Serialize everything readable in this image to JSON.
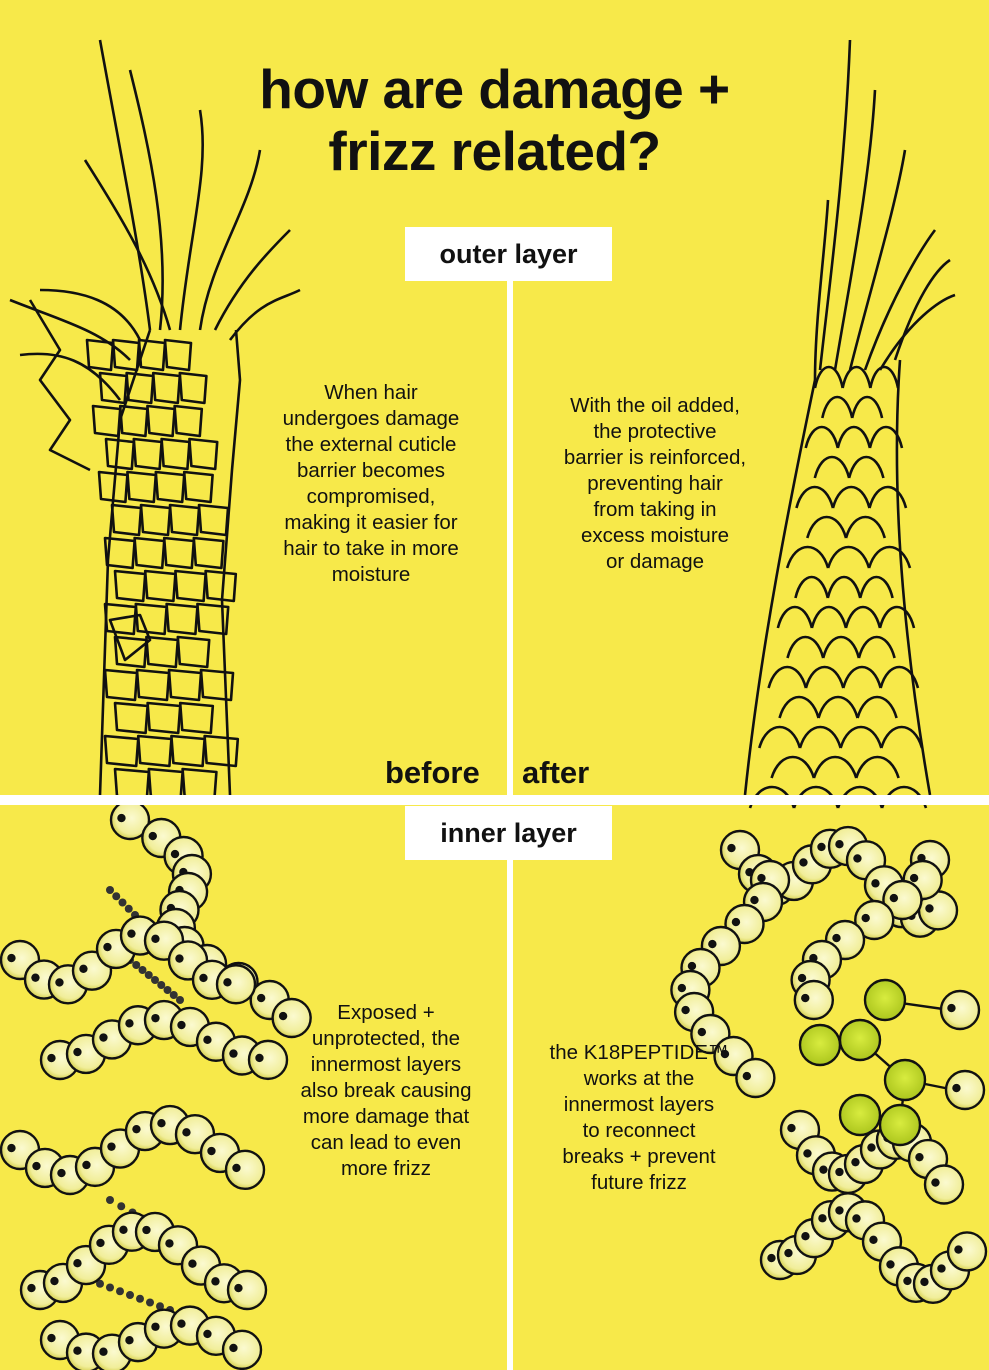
{
  "title": {
    "line1": "how are damage +",
    "line2": "frizz related?"
  },
  "sections": {
    "outer": "outer layer",
    "inner": "inner layer"
  },
  "labels": {
    "before": "before",
    "after": "after"
  },
  "outer_before": {
    "lines": [
      "When hair",
      "undergoes damage",
      "the external cuticle",
      "barrier becomes",
      "compromised,",
      "making it easier for",
      "hair to take in more",
      "moisture"
    ]
  },
  "outer_after": {
    "lines": [
      "With the oil added,",
      "the protective",
      "barrier is reinforced,",
      "preventing hair",
      "from taking in",
      "excess moisture",
      "or damage"
    ]
  },
  "inner_before": {
    "lines": [
      "Exposed +",
      "unprotected, the",
      "innermost layers",
      "also break causing",
      "more damage that",
      "can lead to even",
      "more frizz"
    ]
  },
  "inner_after": {
    "lines": [
      "the K18PEPTIDE™",
      "works at the",
      "innermost layers",
      "to reconnect",
      "breaks + prevent",
      "future frizz"
    ]
  },
  "colors": {
    "background": "#f7e94a",
    "divider": "#ffffff",
    "outline": "#111111",
    "bead": "#f4f1a6",
    "peptide": "#c9df2a"
  }
}
